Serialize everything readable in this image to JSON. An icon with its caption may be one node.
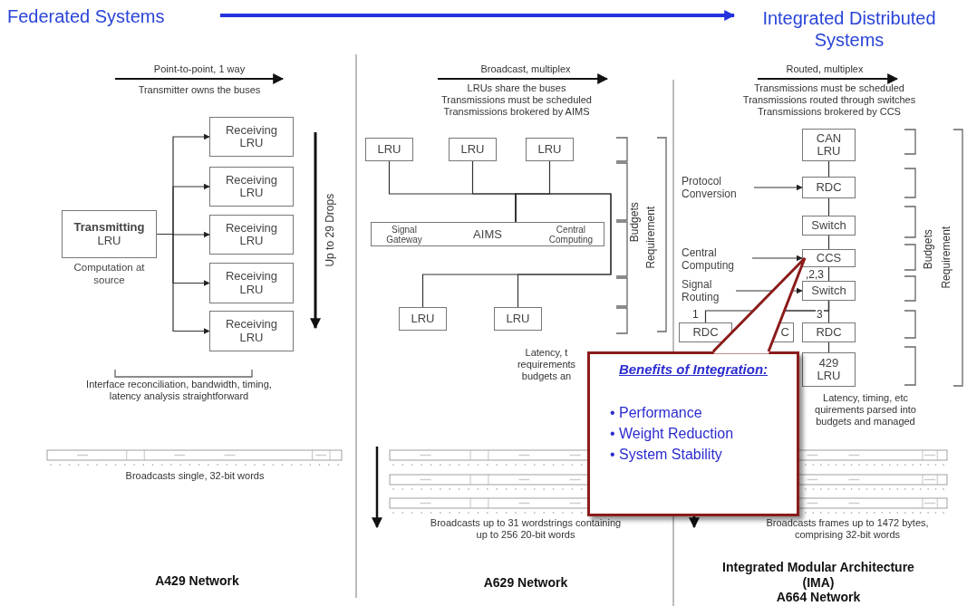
{
  "diagram": {
    "nodes": [
      {
        "text": [
          "Federated Systems"
        ]
      },
      {
        "text": [
          "Integrated Distributed Systems"
        ]
      },
      {
        "text": [
          "**Transmitting** LRU"
        ],
        "beside": [
          "Computation at source"
        ]
      },
      {
        "text": [
          "Receiving LRU"
        ]
      },
      {
        "text": [
          "Receiving LRU"
        ]
      },
      {
        "text": [
          "Receiving LRU"
        ]
      },
      {
        "text": [
          "Receiving LRU"
        ]
      },
      {
        "text": [
          "Receiving LRU"
        ]
      },
      {
        "text": [
          "LRU"
        ]
      },
      {
        "text": [
          "LRU"
        ]
      },
      {
        "text": [
          "LRU"
        ]
      },
      {
        "text": [
          "Signal Gateway",
          "AIMS",
          "Central Computing"
        ]
      },
      {
        "text": [
          "LRU"
        ]
      },
      {
        "text": [
          "LRU"
        ]
      },
      {
        "text": [
          "CAN LRU"
        ]
      },
      {
        "text": [
          "RDC"
        ]
      },
      {
        "text": [
          "Switch"
        ]
      },
      {
        "text": [
          "CCS"
        ]
      },
      {
        "text": [
          "Switch"
        ]
      },
      {
        "text": [
          "RDC"
        ]
      },
      {
        "text": [
          "C"
        ]
      },
      {
        "text": [
          "RDC"
        ]
      },
      {
        "text": [
          "429 LRU"
        ]
      },
      {
        "text": [
          "Protocol Conversion"
        ]
      },
      {
        "text": [
          "Central Computing"
        ]
      },
      {
        "text": [
          "Signal Routing"
        ]
      },
      {
        "text": [
          "Benefits of Integration:",
          "• Performance",
          "• Weight Reduction",
          "• System Stability"
        ]
      }
    ],
    "edges": [
      {
        "from": 0,
        "to": 1,
        "arrow": "to",
        "style": "thick",
        "color": "#2233dd"
      },
      {
        "from": 2,
        "to": 3,
        "arrow": "to"
      },
      {
        "from": 2,
        "to": 4,
        "arrow": "to"
      },
      {
        "from": 2,
        "to": 5,
        "arrow": "to"
      },
      {
        "from": 2,
        "to": 6,
        "arrow": "to"
      },
      {
        "from": 2,
        "to": 7,
        "arrow": "to"
      },
      {
        "from": 8,
        "to": 11,
        "arrow": "none"
      },
      {
        "from": 9,
        "to": 11,
        "arrow": "none"
      },
      {
        "from": 10,
        "to": 11,
        "arrow": "none"
      },
      {
        "from": 12,
        "to": 11,
        "arrow": "none"
      },
      {
        "from": 13,
        "to": 11,
        "arrow": "none"
      },
      {
        "from": 14,
        "to": 15,
        "arrow": "none"
      },
      {
        "from": 15,
        "to": 16,
        "arrow": "none"
      },
      {
        "from": 16,
        "to": 17,
        "arrow": "none"
      },
      {
        "from": 17,
        "to": 18,
        "arrow": "none",
        "label": ",2,3"
      },
      {
        "from": 18,
        "to": 19,
        "arrow": "none",
        "label": "1"
      },
      {
        "from": 18,
        "to": 20,
        "arrow": "none"
      },
      {
        "from": 18,
        "to": 21,
        "arrow": "none",
        "label": "3"
      },
      {
        "from": 21,
        "to": 22,
        "arrow": "none"
      },
      {
        "from": 23,
        "to": 15,
        "arrow": "to"
      },
      {
        "from": 24,
        "to": 17,
        "arrow": "to"
      },
      {
        "from": 25,
        "to": 18,
        "arrow": "to"
      }
    ],
    "labels": [
      "Point-to-point, 1 way",
      "Transmitter owns the buses",
      "Up to 29 Drops",
      "Interface reconciliation, bandwidth, timing, latency analysis straightforward",
      "Broadcasts single, 32-bit words",
      "A429 Network",
      "Broadcast, multiplex",
      "LRUs share the buses",
      "Transmissions must be scheduled",
      "Transmissions brokered by AIMS",
      "Budgets",
      "Requirement",
      "Latency, t requirements budgets an",
      "Broadcasts up to 31 wordstrings containing up to 256 20-bit words",
      "A629 Network",
      "Routed, multiplex",
      "Transmissions must be scheduled",
      "Transmissions routed through switches",
      "Transmissions brokered by CCS",
      "Budgets",
      "Requirement",
      "Latency, timing, etc quirements parsed into budgets and managed",
      "Broadcasts frames up to 1472 bytes, comprising 32-bit words",
      "Integrated Modular Architecture (IMA)",
      "A664 Network"
    ]
  }
}
